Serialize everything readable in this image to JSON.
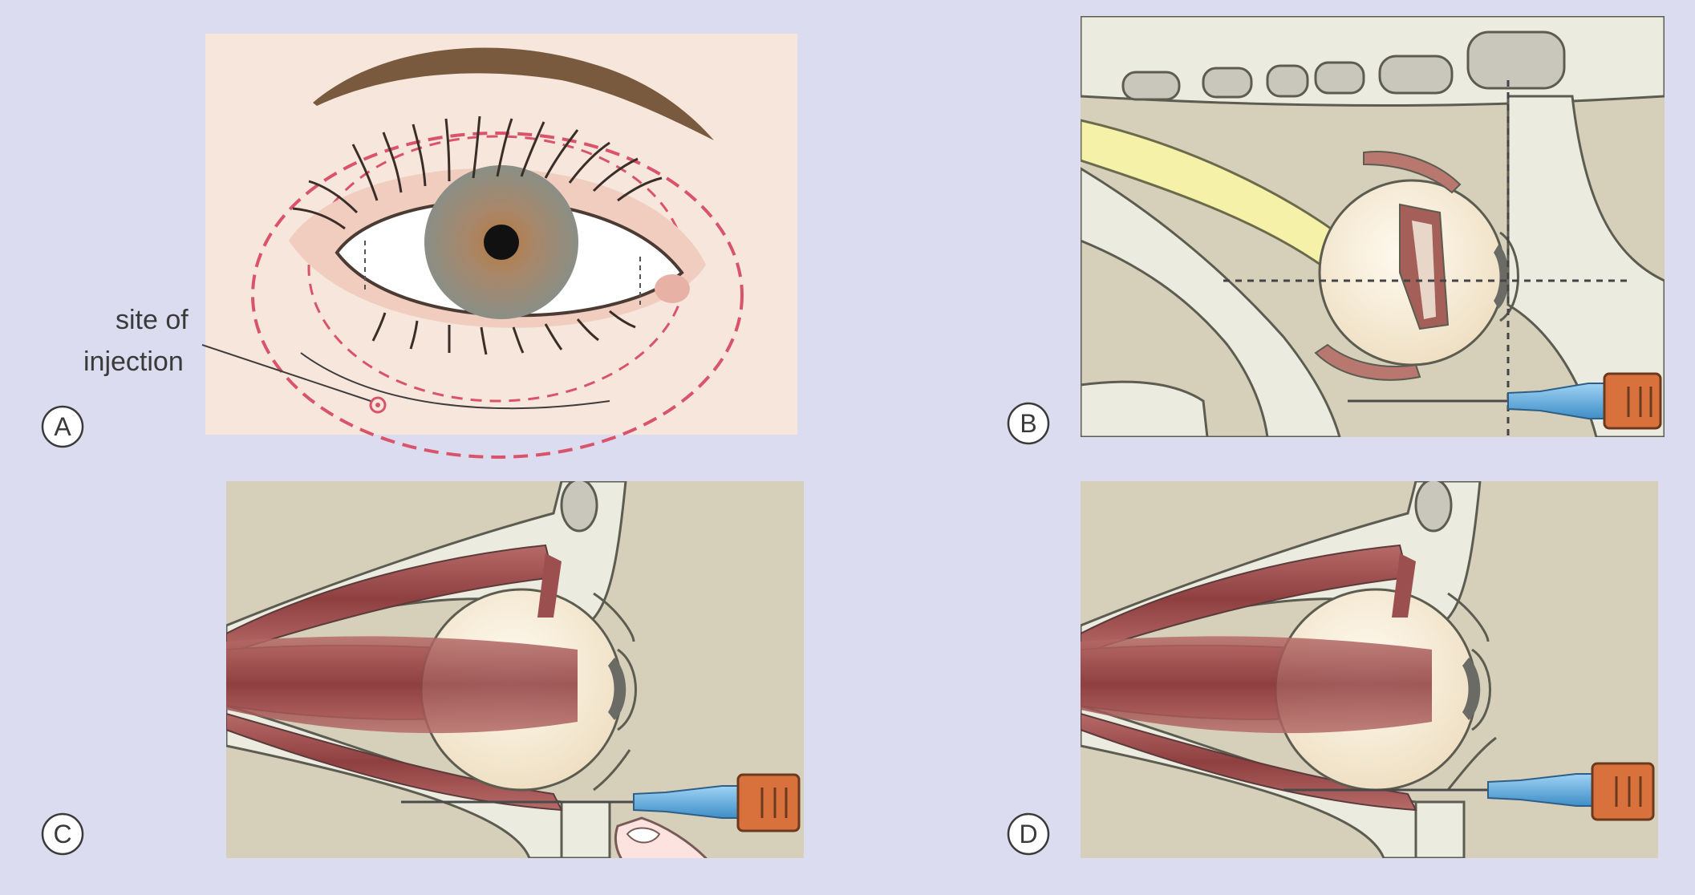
{
  "colors": {
    "background": "#dcdcf0",
    "panel_a_skin": "#f7e6dc",
    "tissue": "#d6d0bb",
    "bone": "#ecebe0",
    "muscle": "#9c4f4f",
    "globe": "#fbf2dc",
    "iris": "#8f8f7e",
    "optic_nerve": "#f6f1a8",
    "needle_hub": "#5aa8de",
    "syringe_tip": "#d9713c",
    "dashed_guide": "#d9546a"
  },
  "panels": [
    {
      "letter": "A",
      "content": "eye-frontal-view"
    },
    {
      "letter": "B",
      "content": "orbit-axial-section"
    },
    {
      "letter": "C",
      "content": "orbit-sagittal-section"
    },
    {
      "letter": "D",
      "content": "orbit-sagittal-section"
    }
  ],
  "callout": {
    "line1": "site of",
    "line2": "injection"
  },
  "icons": [
    "eye-icon",
    "needle-icon",
    "finger-icon",
    "globe-icon"
  ]
}
